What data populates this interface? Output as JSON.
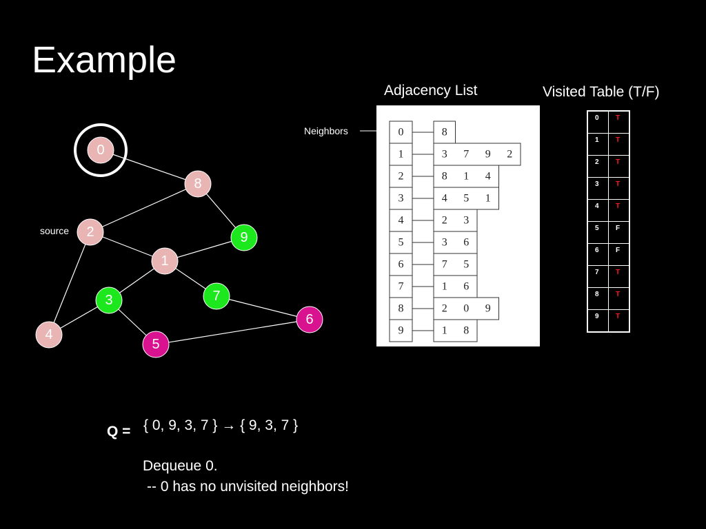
{
  "slide": {
    "title": "Example"
  },
  "labels": {
    "adjacency_list": "Adjacency List",
    "visited_table": "Visited Table (T/F)",
    "neighbors": "Neighbors",
    "source": "source",
    "queue": "Q ="
  },
  "colors": {
    "visited": "#e8b4b4",
    "queued": "#1de81d",
    "discovered": "#d9138f",
    "edge": "#ffffff"
  },
  "graph": {
    "nodes": [
      {
        "id": "0",
        "state": "visited",
        "ring": true
      },
      {
        "id": "8",
        "state": "visited"
      },
      {
        "id": "2",
        "state": "visited"
      },
      {
        "id": "9",
        "state": "queued"
      },
      {
        "id": "1",
        "state": "visited"
      },
      {
        "id": "3",
        "state": "queued"
      },
      {
        "id": "7",
        "state": "queued"
      },
      {
        "id": "6",
        "state": "discovered"
      },
      {
        "id": "4",
        "state": "visited"
      },
      {
        "id": "5",
        "state": "discovered"
      }
    ],
    "edges": [
      [
        "0",
        "8"
      ],
      [
        "8",
        "2"
      ],
      [
        "8",
        "9"
      ],
      [
        "2",
        "1"
      ],
      [
        "2",
        "4"
      ],
      [
        "1",
        "9"
      ],
      [
        "1",
        "3"
      ],
      [
        "1",
        "7"
      ],
      [
        "3",
        "4"
      ],
      [
        "3",
        "5"
      ],
      [
        "7",
        "6"
      ],
      [
        "5",
        "6"
      ]
    ]
  },
  "adjacency": [
    {
      "v": "0",
      "n": [
        "8"
      ]
    },
    {
      "v": "1",
      "n": [
        "3",
        "7",
        "9",
        "2"
      ]
    },
    {
      "v": "2",
      "n": [
        "8",
        "1",
        "4"
      ]
    },
    {
      "v": "3",
      "n": [
        "4",
        "5",
        "1"
      ]
    },
    {
      "v": "4",
      "n": [
        "2",
        "3"
      ]
    },
    {
      "v": "5",
      "n": [
        "3",
        "6"
      ]
    },
    {
      "v": "6",
      "n": [
        "7",
        "5"
      ]
    },
    {
      "v": "7",
      "n": [
        "1",
        "6"
      ]
    },
    {
      "v": "8",
      "n": [
        "2",
        "0",
        "9"
      ]
    },
    {
      "v": "9",
      "n": [
        "1",
        "8"
      ]
    }
  ],
  "visited": [
    {
      "v": "0",
      "val": "T"
    },
    {
      "v": "1",
      "val": "T"
    },
    {
      "v": "2",
      "val": "T"
    },
    {
      "v": "3",
      "val": "T"
    },
    {
      "v": "4",
      "val": "T"
    },
    {
      "v": "5",
      "val": "F"
    },
    {
      "v": "6",
      "val": "F"
    },
    {
      "v": "7",
      "val": "T"
    },
    {
      "v": "8",
      "val": "T"
    },
    {
      "v": "9",
      "val": "T"
    }
  ],
  "queue": {
    "text": "{ 0, 9, 3, 7 } → { 9, 3, 7 }"
  },
  "notes": {
    "line1": "Dequeue 0.",
    "line2": "-- 0 has no unvisited neighbors!"
  }
}
